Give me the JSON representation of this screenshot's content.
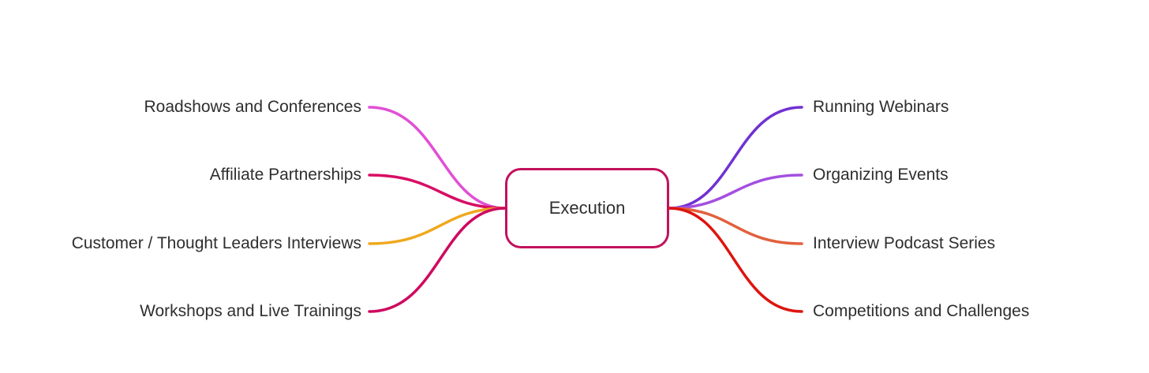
{
  "canvas": {
    "background": "#ffffff"
  },
  "center_node": {
    "label": "Execution",
    "border_color": "#C2115C",
    "fill_color": "#ffffff",
    "text_color": "#2e2e2e"
  },
  "branches": {
    "left": [
      {
        "label": "Roadshows and Conferences",
        "color": "#E14FD5"
      },
      {
        "label": "Affiliate Partnerships",
        "color": "#D80E64"
      },
      {
        "label": "Customer / Thought Leaders Interviews",
        "color": "#EFA81E"
      },
      {
        "label": "Workshops and Live Trainings",
        "color": "#CE0A60"
      }
    ],
    "right": [
      {
        "label": "Running Webinars",
        "color": "#7031D3"
      },
      {
        "label": "Organizing Events",
        "color": "#A44FE0"
      },
      {
        "label": "Interview Podcast Series",
        "color": "#E2603C"
      },
      {
        "label": "Competitions and Challenges",
        "color": "#DE140E"
      }
    ]
  }
}
